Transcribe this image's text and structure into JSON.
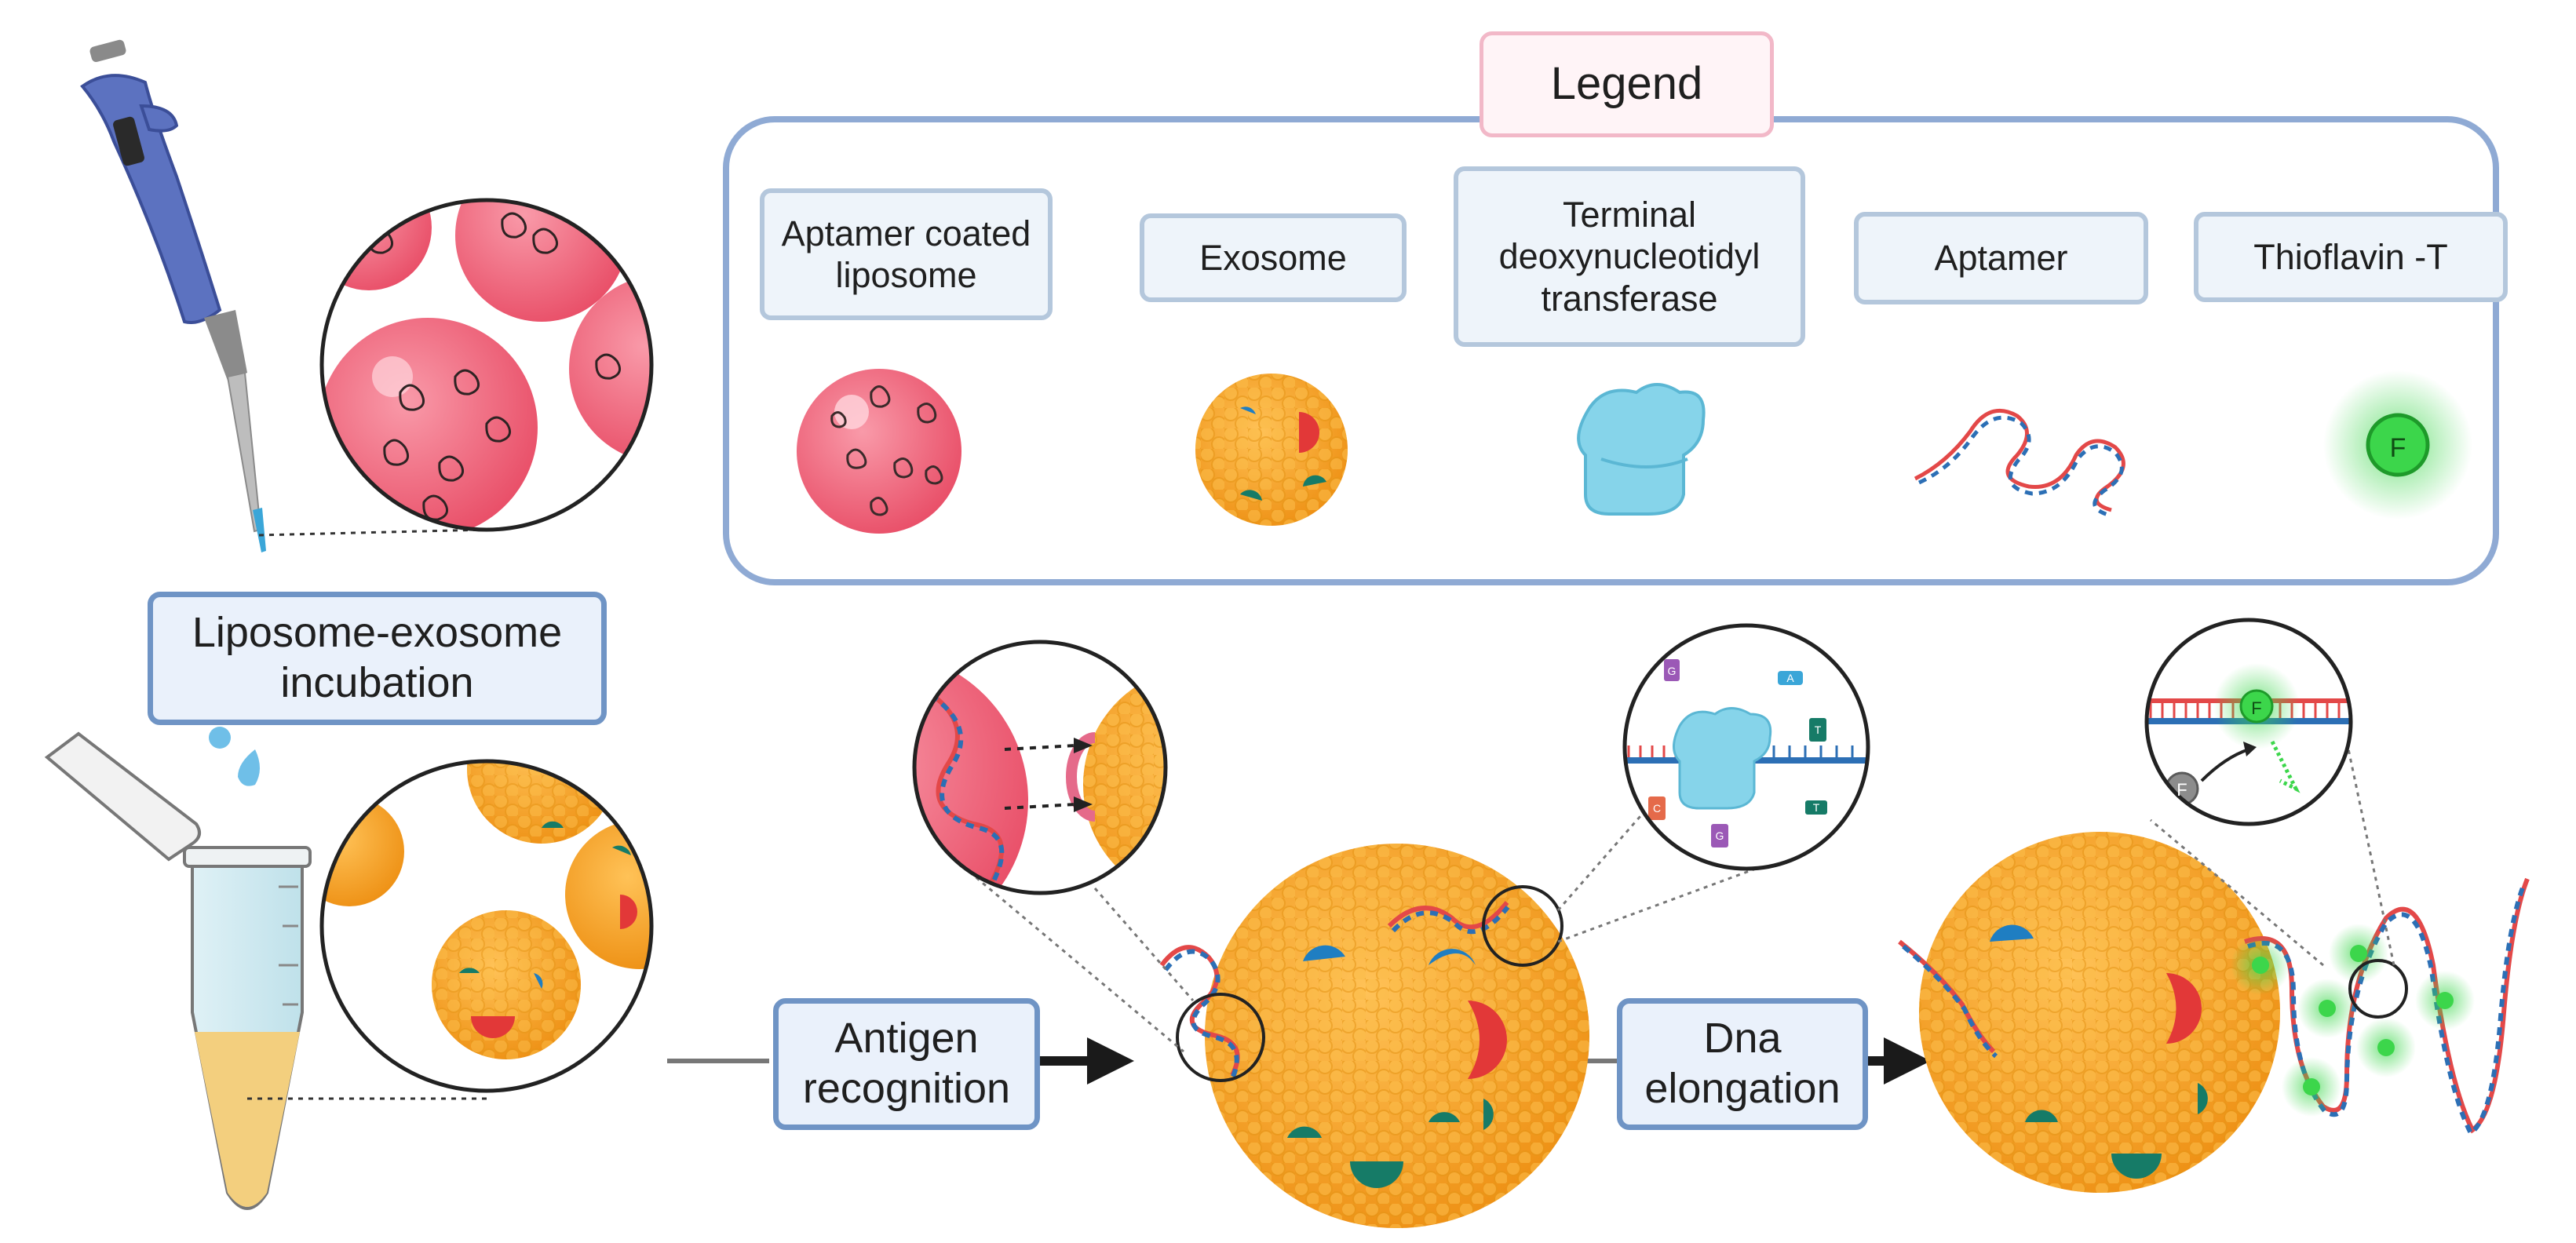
{
  "legend": {
    "title": "Legend",
    "items": [
      {
        "key": "aptamer-coated-liposome",
        "label": "Aptamer coated\nliposome"
      },
      {
        "key": "exosome",
        "label": "Exosome"
      },
      {
        "key": "terminal-deoxynucleotidyl-transferase",
        "label": "Terminal\ndeoxynucleotidyl\ntransferase"
      },
      {
        "key": "aptamer",
        "label": "Aptamer"
      },
      {
        "key": "thioflavin-t",
        "label": "Thioflavin -T"
      }
    ]
  },
  "steps": {
    "incubation": "Liposome-exosome\nincubation",
    "antigen_recognition": "Antigen\nrecognition",
    "dna_elongation": "Dna\nelongation"
  },
  "glyphs": {
    "thioflavin": "F",
    "nucleotides": [
      "G",
      "A",
      "T",
      "C",
      "G",
      "T"
    ]
  },
  "colors": {
    "liposome": "#f06b80",
    "exosome": "#f7a428",
    "tdt_enzyme": "#86d4ea",
    "thioflavin": "#3cd64b",
    "legend_border": "#8faad4",
    "step_border": "#6f94c5",
    "pipette": "#5c72c0"
  }
}
